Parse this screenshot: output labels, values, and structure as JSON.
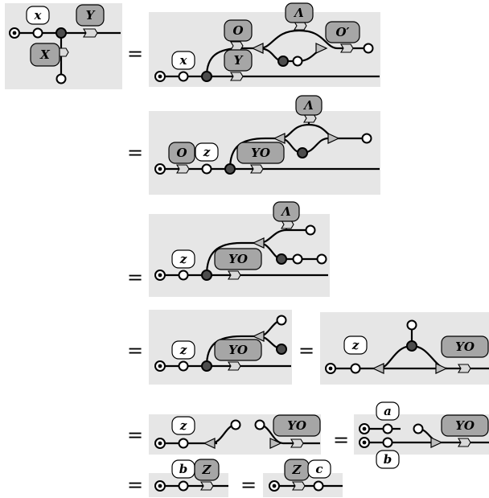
{
  "equals": "=",
  "labels": {
    "x": "x",
    "y": "Y",
    "X": "X",
    "O": "O",
    "Lambda": "Λ",
    "Oprime": "O′",
    "z": "z",
    "YO": "YO",
    "a": "a",
    "b": "b",
    "c": "c",
    "Z": "Z"
  }
}
